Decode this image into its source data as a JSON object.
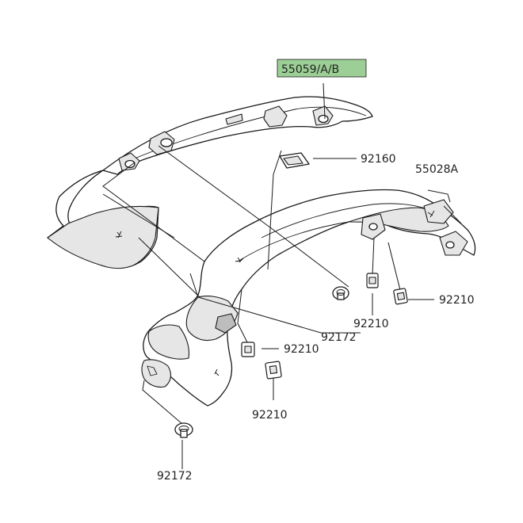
{
  "highlight_color": "#9ccf95",
  "labels": {
    "rear_cover": "55059/A/B",
    "pad": "92160",
    "inner_cover": "55028A",
    "nut_right": "92210",
    "nut_mid": "92210",
    "screw_mid": "92172",
    "nut_left": "92210",
    "nut_bottom": "92210",
    "screw_bottom": "92172"
  }
}
